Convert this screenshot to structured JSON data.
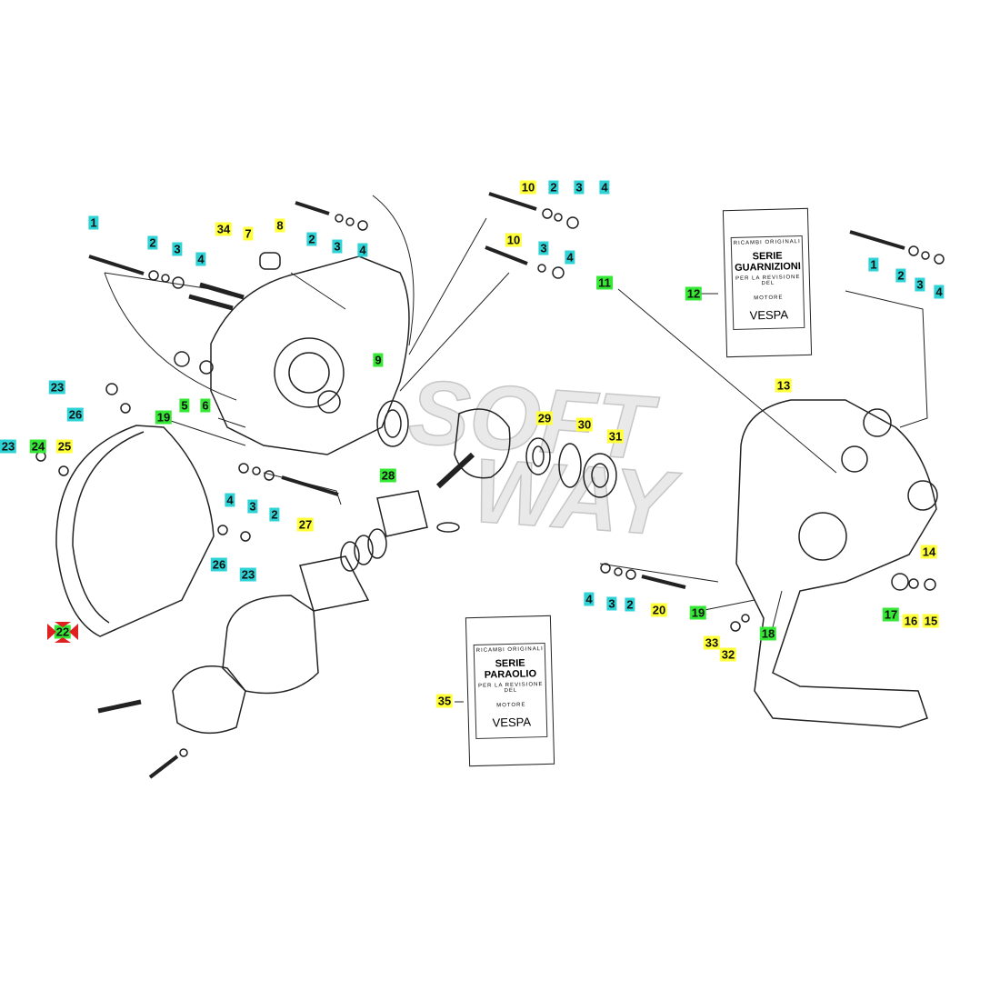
{
  "watermark": {
    "line1": "SOFT",
    "line2": "WAY"
  },
  "colors": {
    "cyan": "#2fd3d6",
    "yellow": "#ffff3a",
    "green": "#35e835",
    "marker": "#e02020"
  },
  "packs": {
    "gaskets": {
      "header": "RICAMBI ORIGINALI",
      "title1": "SERIE",
      "title2": "GUARNIZIONI",
      "subtitle": "PER LA REVISIONE DEL",
      "motor": "MOTORE",
      "brand": "VESPA"
    },
    "oilseals": {
      "header": "RICAMBI ORIGINALI",
      "title1": "SERIE PARAOLIO",
      "subtitle": "PER LA REVISIONE DEL",
      "motor": "MOTORE",
      "brand": "VESPA"
    }
  },
  "labels": [
    "1",
    "2",
    "3",
    "4",
    "34",
    "7",
    "8",
    "2",
    "3",
    "4",
    "10",
    "2",
    "3",
    "4",
    "10",
    "3",
    "4",
    "11",
    "12",
    "1",
    "2",
    "3",
    "4",
    "9",
    "23",
    "26",
    "5",
    "6",
    "19",
    "13",
    "29",
    "30",
    "31",
    "23",
    "24",
    "25",
    "28",
    "4",
    "3",
    "2",
    "27",
    "26",
    "23",
    "14",
    "4",
    "3",
    "2",
    "20",
    "19",
    "17",
    "16",
    "15",
    "18",
    "22",
    "33",
    "32",
    "35"
  ]
}
